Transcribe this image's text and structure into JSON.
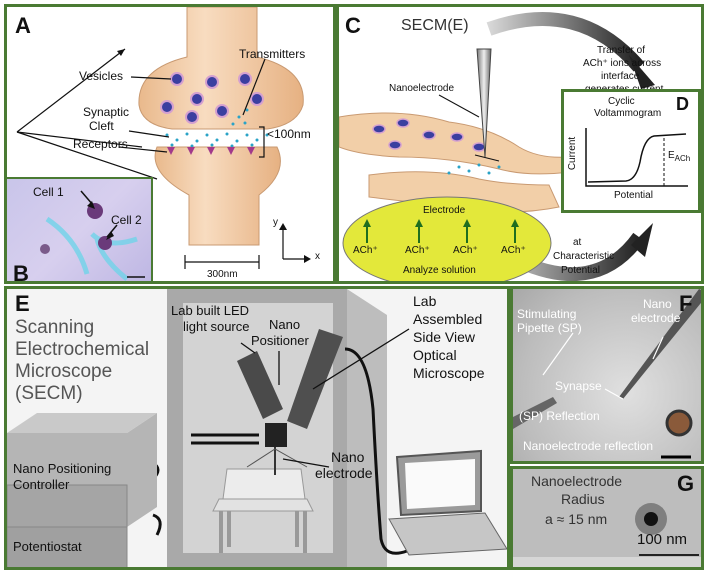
{
  "panel_a": {
    "letter": "A",
    "vesicles": "Vesicles",
    "transmitters": "Transmitters",
    "synaptic_cleft_1": "Synaptic",
    "synaptic_cleft_2": "Cleft",
    "receptors": "Receptors",
    "cleft_width": "<100nm",
    "scale": "300nm",
    "axis_y": "y",
    "axis_x": "x"
  },
  "panel_b": {
    "letter": "B",
    "cell1": "Cell 1",
    "cell2": "Cell 2"
  },
  "panel_c": {
    "letter": "C",
    "secm": "SECM(E)",
    "transfer_1": "Transfer of",
    "transfer_2": "ACh⁺ ions across",
    "transfer_3": "interface",
    "transfer_4": "generates current",
    "nanoelectrode": "Nanoelectrode",
    "electrode": "Electrode",
    "ach": "ACh⁺",
    "analyze": "Analyze solution",
    "at_1": "at",
    "at_2": "Characteristic",
    "at_3": "Potential"
  },
  "panel_d": {
    "letter": "D",
    "title_1": "Cyclic",
    "title_2": "Voltammogram",
    "ylabel": "Current",
    "xlabel": "Potential",
    "e_label": "E",
    "e_sub": "ACh"
  },
  "panel_e": {
    "letter": "E",
    "secm_1": "Scanning",
    "secm_2": "Electrochemical",
    "secm_3": "Microscope",
    "secm_4": "(SECM)",
    "led_1": "Lab built LED",
    "led_2": "light source",
    "nano_pos_1": "Nano",
    "nano_pos_2": "Positioner",
    "side_1": "Lab",
    "side_2": "Assembled",
    "side_3": "Side View",
    "side_4": "Optical",
    "side_5": "Microscope",
    "controller_1": "Nano Positioning",
    "controller_2": "Controller",
    "potentiostat": "Potentiostat",
    "nano_el_1": "Nano",
    "nano_el_2": "electrode"
  },
  "panel_f": {
    "letter": "F",
    "stim_1": "Stimulating",
    "stim_2": "Pipette (SP)",
    "nano_1": "Nano",
    "nano_2": "electrode",
    "synapse": "Synapse",
    "sp_reflection": "(SP) Reflection",
    "ne_reflection": "Nanoelectrode reflection"
  },
  "panel_g": {
    "letter": "G",
    "title_1": "Nanoelectrode",
    "title_2": "Radius",
    "radius": "a ≈ 15 nm",
    "scale": "100 nm"
  },
  "colors": {
    "border": "#4a7a33",
    "neuron": "#f2cfa8",
    "vesicle": "#3b3fa0",
    "electrode_pool": "#e3e83a",
    "dark_gray": "#444444"
  }
}
